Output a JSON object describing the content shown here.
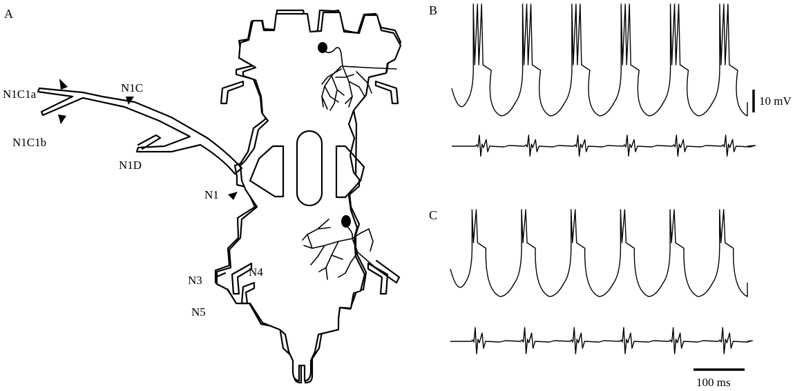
{
  "figure": {
    "panels": {
      "a": "A",
      "b": "B",
      "c": "C"
    },
    "nerve_labels": {
      "n1c1a": "N1C1a",
      "n1c1b": "N1C1b",
      "n1c": "N1C",
      "n1d": "N1D",
      "n1": "N1",
      "n3": "N3",
      "n4": "N4",
      "n5": "N5"
    },
    "scale_bars": {
      "voltage": "10 mV",
      "time": "100 ms"
    },
    "recordings": {
      "b": {
        "burst_count": 6,
        "spikes_per_burst": 3
      },
      "c": {
        "burst_count": 6,
        "spikes_per_burst": 2
      }
    },
    "colors": {
      "ink": "#000000",
      "background": "#ffffff"
    }
  }
}
